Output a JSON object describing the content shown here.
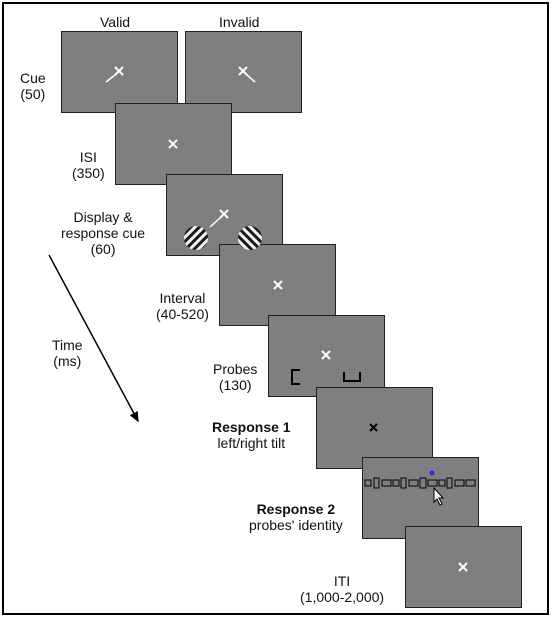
{
  "column_headers": {
    "valid": "Valid",
    "invalid": "Invalid"
  },
  "steps": {
    "cue": {
      "name": "Cue",
      "duration": "(50)"
    },
    "isi": {
      "name": "ISI",
      "duration": "(350)"
    },
    "display": {
      "line1": "Display &",
      "line2": "response cue",
      "duration": "(60)"
    },
    "interval": {
      "name": "Interval",
      "duration": "(40-520)"
    },
    "probes": {
      "name": "Probes",
      "duration": "(130)"
    },
    "response1": {
      "name": "Response 1",
      "detail": "left/right tilt"
    },
    "response2": {
      "name": "Response 2",
      "detail": "probes' identity"
    },
    "iti": {
      "name": "ITI",
      "duration": "(1,000-2,000)"
    }
  },
  "time_axis": {
    "line1": "Time",
    "line2": "(ms)"
  },
  "colors": {
    "panel": "#7f7f7f",
    "fixation": "#ffffff",
    "response_fixation": "#000000",
    "cursor_dot": "#2a2af0"
  }
}
